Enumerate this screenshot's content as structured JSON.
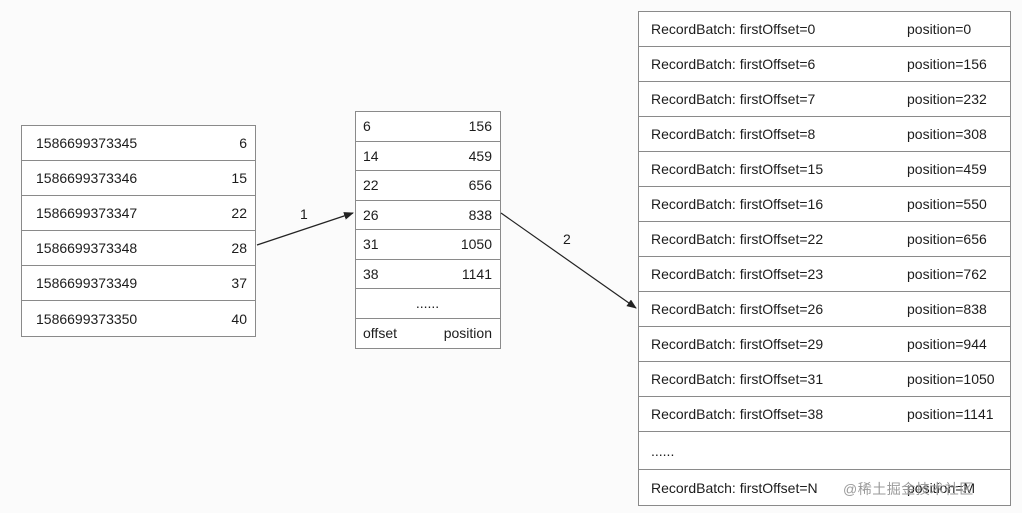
{
  "time_index": {
    "rows": [
      {
        "timestamp": "1586699373345",
        "offset": "6"
      },
      {
        "timestamp": "1586699373346",
        "offset": "15"
      },
      {
        "timestamp": "1586699373347",
        "offset": "22"
      },
      {
        "timestamp": "1586699373348",
        "offset": "28"
      },
      {
        "timestamp": "1586699373349",
        "offset": "37"
      },
      {
        "timestamp": "1586699373350",
        "offset": "40"
      }
    ]
  },
  "offset_index": {
    "rows": [
      {
        "offset": "6",
        "position": "156"
      },
      {
        "offset": "14",
        "position": "459"
      },
      {
        "offset": "22",
        "position": "656"
      },
      {
        "offset": "26",
        "position": "838"
      },
      {
        "offset": "31",
        "position": "1050"
      },
      {
        "offset": "38",
        "position": "1141"
      }
    ],
    "ellipsis": "......",
    "footer": {
      "offset_label": "offset",
      "position_label": "position"
    }
  },
  "log_segment": {
    "rows": [
      {
        "batch": "RecordBatch: firstOffset=0",
        "position": "position=0"
      },
      {
        "batch": "RecordBatch: firstOffset=6",
        "position": "position=156"
      },
      {
        "batch": "RecordBatch: firstOffset=7",
        "position": "position=232"
      },
      {
        "batch": "RecordBatch: firstOffset=8",
        "position": "position=308"
      },
      {
        "batch": "RecordBatch: firstOffset=15",
        "position": "position=459"
      },
      {
        "batch": "RecordBatch: firstOffset=16",
        "position": "position=550"
      },
      {
        "batch": "RecordBatch: firstOffset=22",
        "position": "position=656"
      },
      {
        "batch": "RecordBatch: firstOffset=23",
        "position": "position=762"
      },
      {
        "batch": "RecordBatch: firstOffset=26",
        "position": "position=838"
      },
      {
        "batch": "RecordBatch: firstOffset=29",
        "position": "position=944"
      },
      {
        "batch": "RecordBatch: firstOffset=31",
        "position": "position=1050"
      },
      {
        "batch": "RecordBatch: firstOffset=38",
        "position": "position=1141"
      }
    ],
    "ellipsis": "......",
    "last_row": {
      "batch": "RecordBatch: firstOffset=N",
      "position": "position=M"
    }
  },
  "arrows": {
    "label_1": "1",
    "label_2": "2"
  },
  "watermark": "@稀土掘金技术社区",
  "colors": {
    "border": "#8a8a8a",
    "arrow": "#222222",
    "text": "#1c1c1c"
  }
}
